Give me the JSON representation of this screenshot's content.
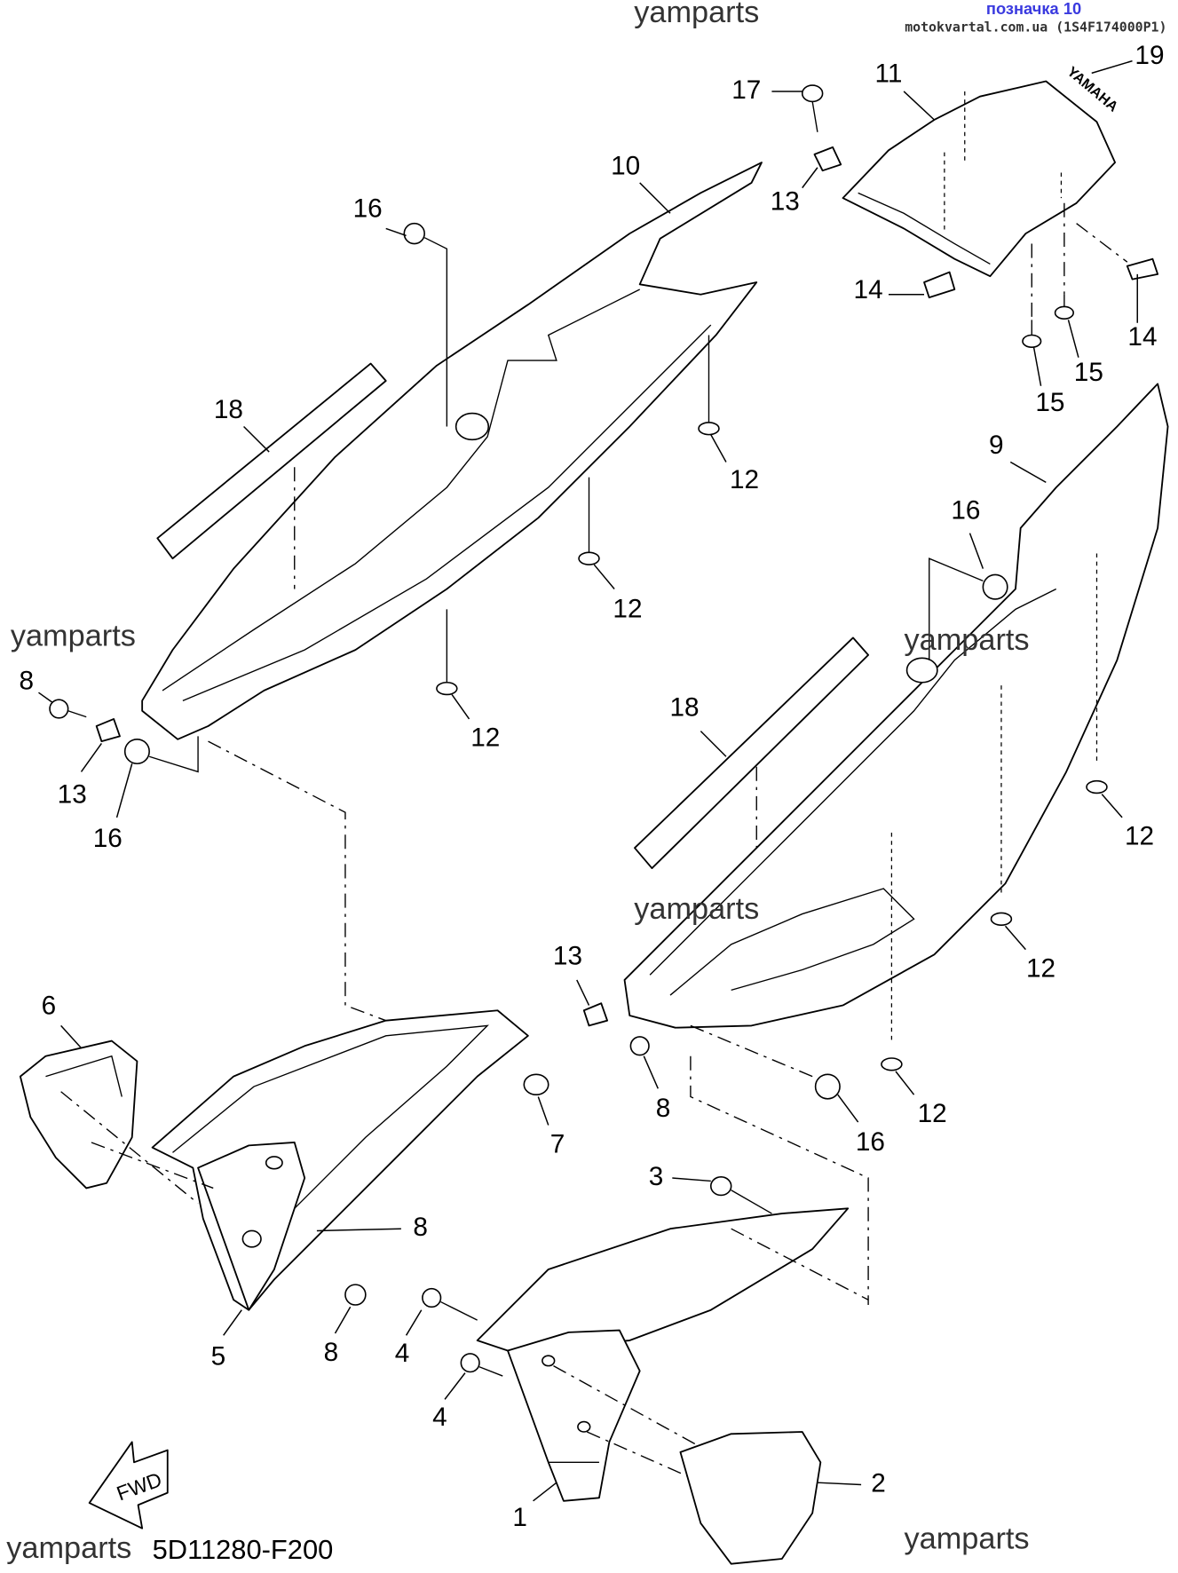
{
  "header": {
    "note": "позначка 10",
    "source": "motokvartal.com.ua (1S4F174000P1)"
  },
  "diagram_code": "5D11280-F200",
  "fwd_label": "FWD",
  "watermark": "yamparts",
  "emblem_text": "YAMAHA",
  "callouts": [
    "19",
    "11",
    "17",
    "10",
    "13",
    "16",
    "14",
    "14",
    "15",
    "15",
    "18",
    "12",
    "9",
    "16",
    "12",
    "8",
    "18",
    "12",
    "13",
    "16",
    "12",
    "13",
    "12",
    "6",
    "8",
    "12",
    "16",
    "7",
    "3",
    "8",
    "5",
    "8",
    "4",
    "4",
    "2",
    "1"
  ]
}
